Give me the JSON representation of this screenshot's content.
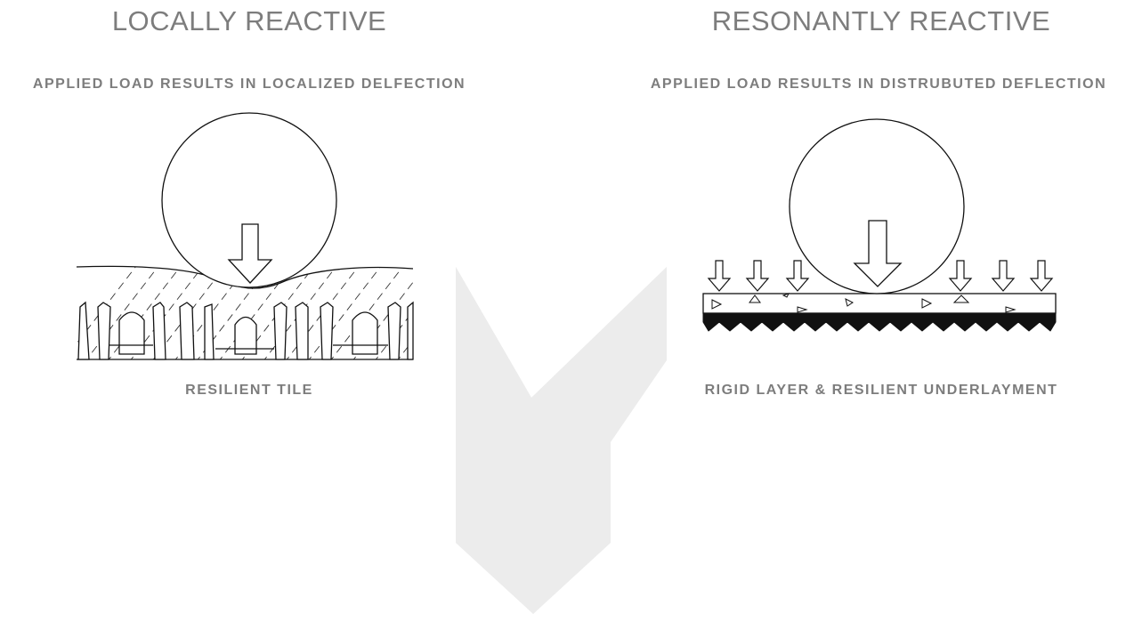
{
  "left": {
    "title": "LOCALLY REACTIVE",
    "subtitle": "APPLIED LOAD RESULTS IN LOCALIZED DELFECTION",
    "caption": "RESILIENT TILE"
  },
  "right": {
    "title": "RESONANTLY REACTIVE",
    "subtitle": "APPLIED LOAD RESULTS IN DISTRUBUTED DEFLECTION",
    "caption": "RIGID LAYER & RESILIENT UNDERLAYMENT"
  },
  "colors": {
    "text": "#7d7d7d",
    "background_arrow": "#ececec",
    "line": "#111111"
  }
}
